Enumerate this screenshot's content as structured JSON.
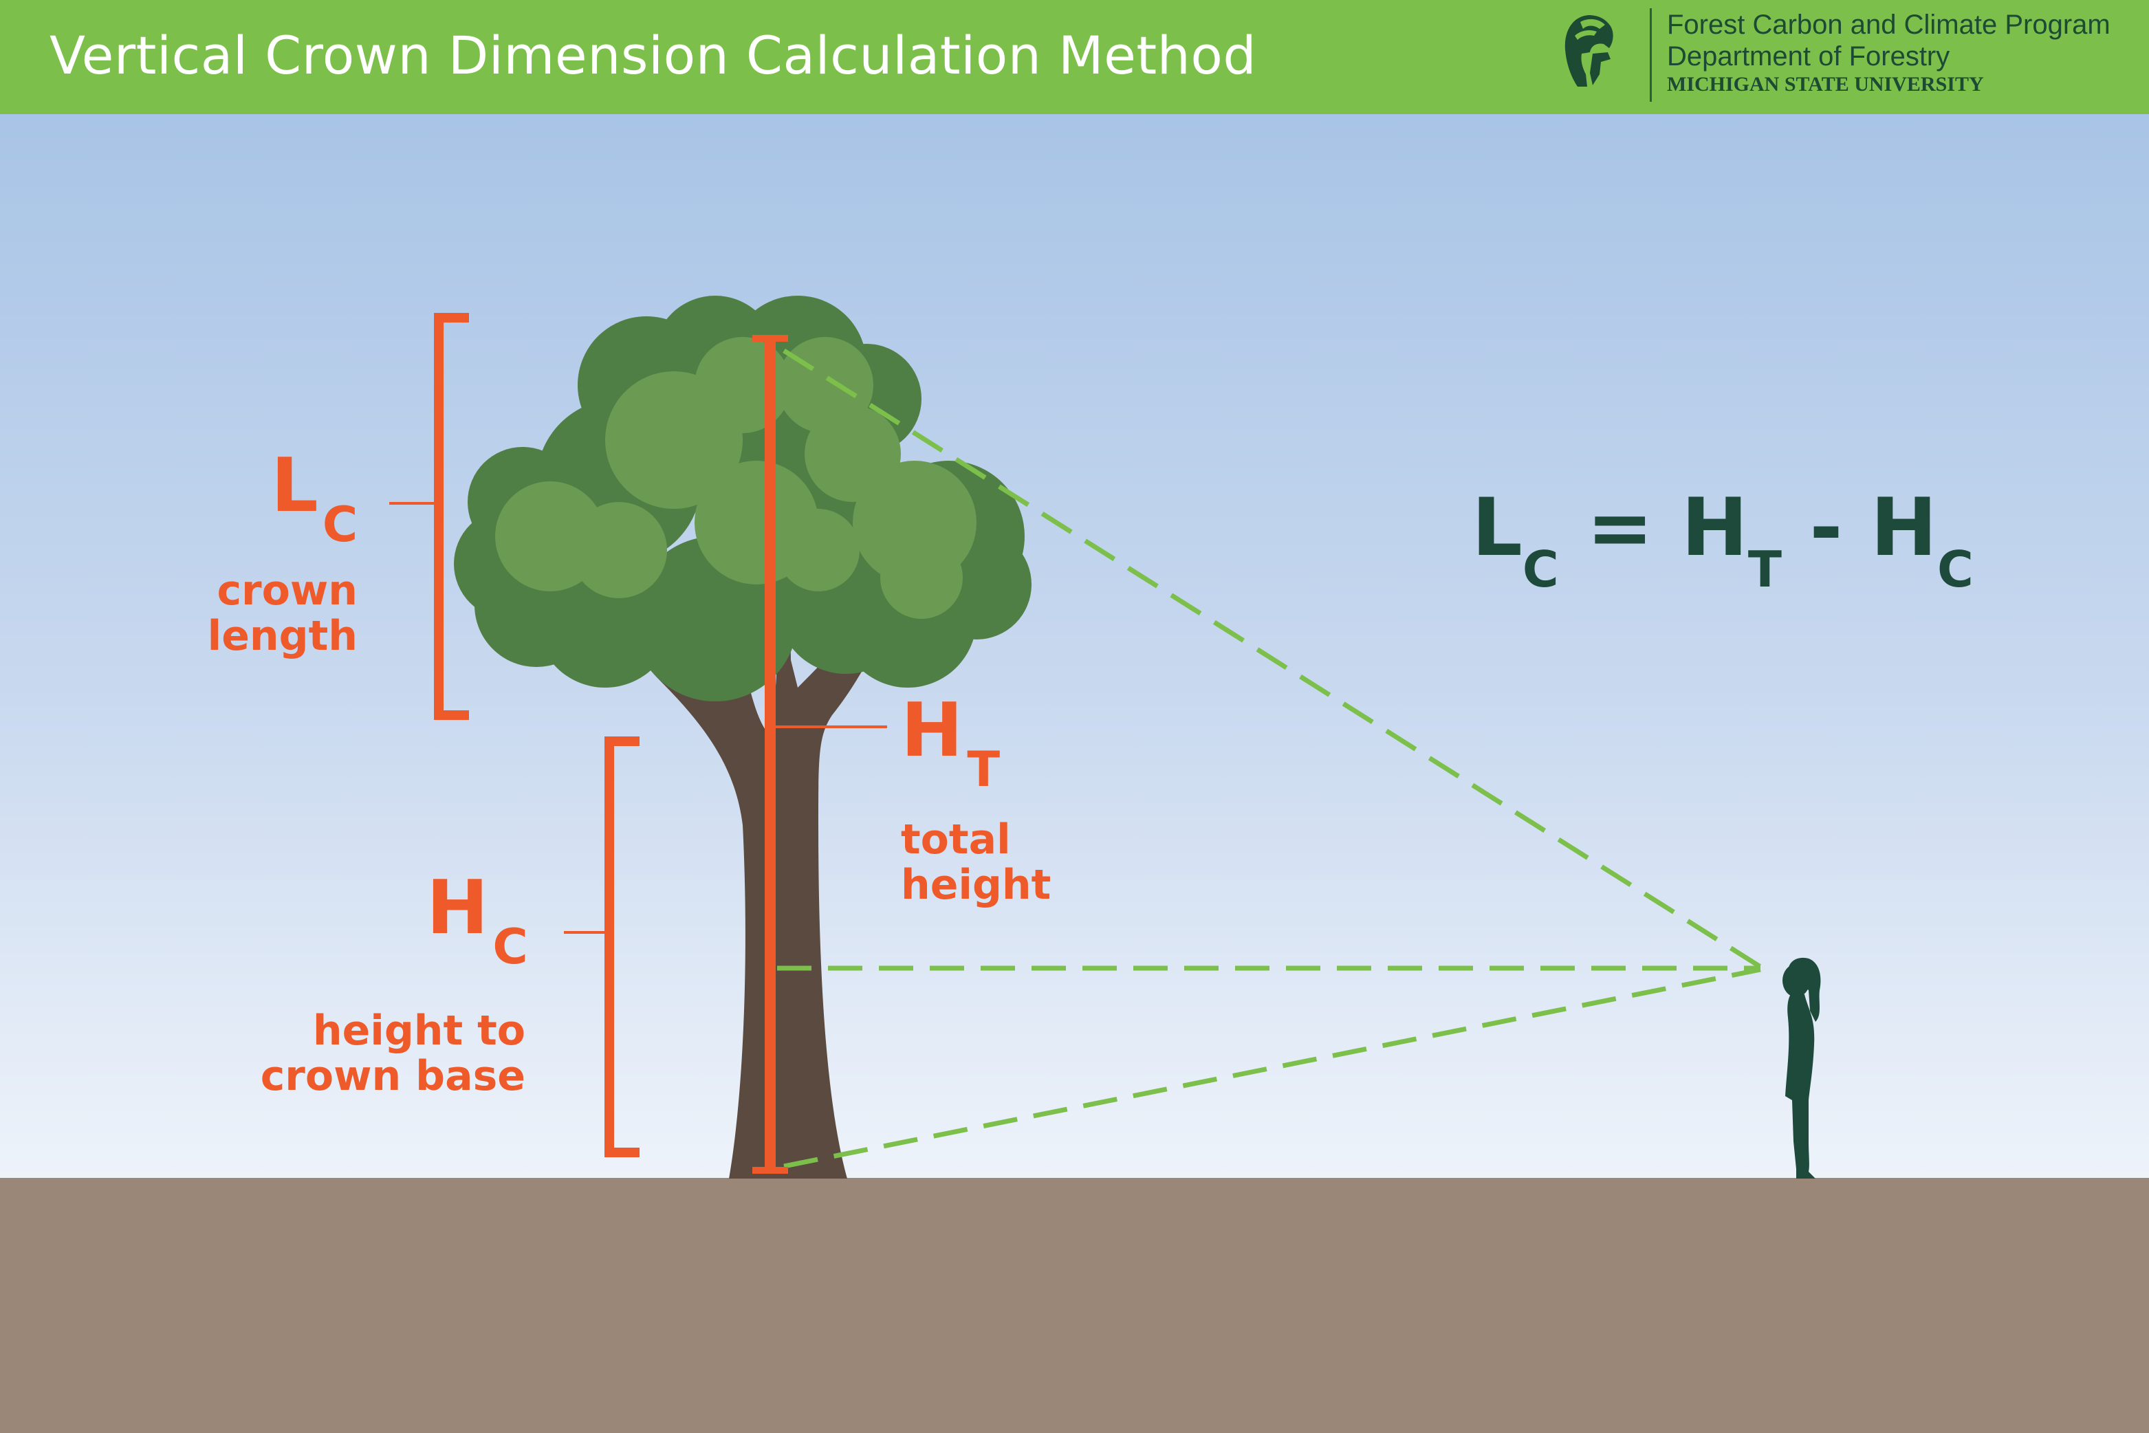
{
  "header": {
    "title": "Vertical Crown Dimension Calculation Method",
    "org_line1": "Forest Carbon and Climate Program",
    "org_line2": "Department of Forestry",
    "org_line3": "MICHIGAN STATE UNIVERSITY",
    "logo_icon": "spartan-helmet-icon",
    "background_color": "#7cc04b"
  },
  "labels": {
    "lc_symbol": "L",
    "lc_sub": "C",
    "lc_desc_line1": "crown",
    "lc_desc_line2": "length",
    "hc_symbol": "H",
    "hc_sub": "C",
    "hc_desc_line1": "height to",
    "hc_desc_line2": "crown base",
    "ht_symbol": "H",
    "ht_sub": "T",
    "ht_desc_line1": "total",
    "ht_desc_line2": "height"
  },
  "formula": {
    "l": "L",
    "l_sub": "C",
    "eq": "=",
    "h1": "H",
    "h1_sub": "T",
    "minus": "-",
    "h2": "H",
    "h2_sub": "C"
  },
  "colors": {
    "accent_orange": "#ef5a2a",
    "sight_line_green": "#7cc04b",
    "formula_dark_green": "#1e4a3b",
    "ground": "#9b8778",
    "sky_top": "#a8c4e6",
    "sky_bottom": "#eef3fa",
    "trunk": "#5a4a40",
    "foliage_dark": "#4f7f45",
    "foliage_light": "#6b9a52"
  }
}
